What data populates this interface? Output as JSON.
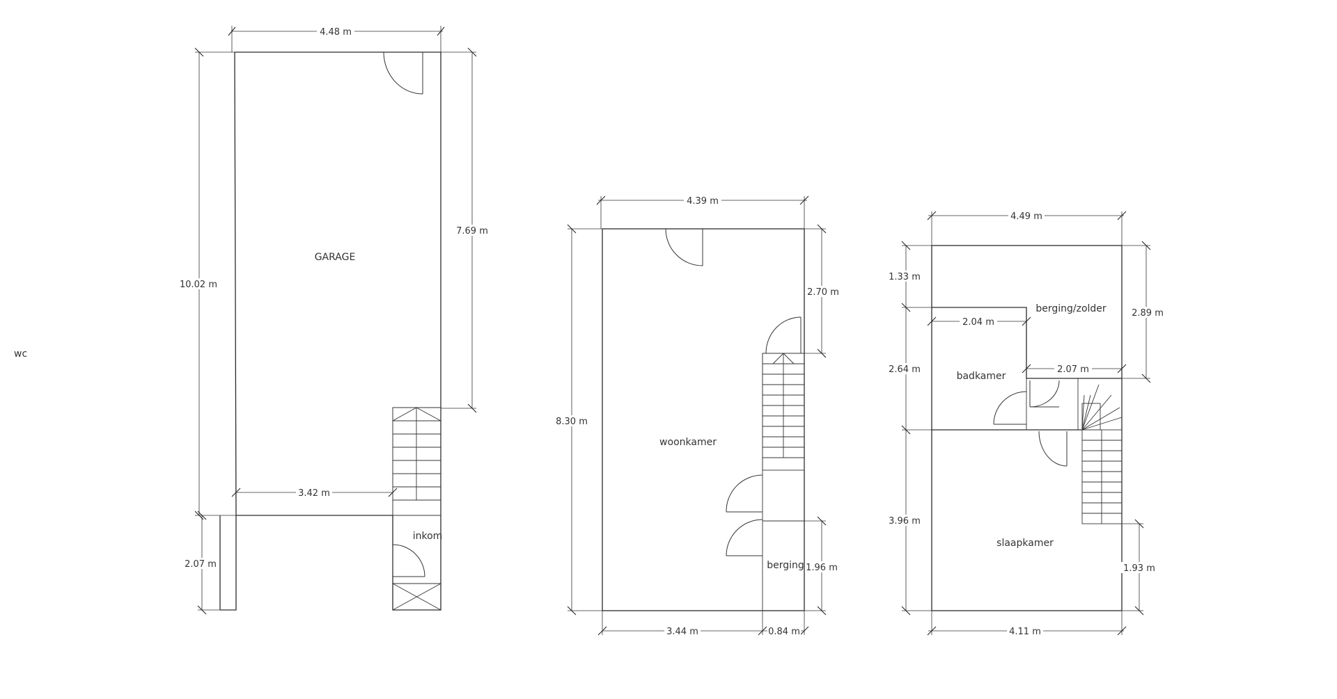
{
  "floor_plans": [
    {
      "key": "ground",
      "rooms": {
        "garage": "GARAGE",
        "inkom": "inkom",
        "wc": "wc"
      },
      "dimensions": {
        "top_width": "4.48 m",
        "left_total": "10.02 m",
        "right_garage": "7.69 m",
        "inner_width": "3.42 m",
        "bottom_left": "2.07 m"
      }
    },
    {
      "key": "first",
      "rooms": {
        "woonkamer": "woonkamer",
        "berging": "berging"
      },
      "dimensions": {
        "top_width": "4.39 m",
        "left_total": "8.30 m",
        "right_top": "2.70 m",
        "right_bottom": "1.96 m",
        "bottom_left": "3.44 m",
        "bottom_right": "0.84 m"
      }
    },
    {
      "key": "second",
      "rooms": {
        "berging_zolder": "berging/zolder",
        "badkamer": "badkamer",
        "slaapkamer": "slaapkamer"
      },
      "dimensions": {
        "top_width": "4.49 m",
        "left_top": "1.33 m",
        "left_middle": "2.64 m",
        "left_bottom": "3.96 m",
        "right_top": "2.89 m",
        "right_bottom": "1.93 m",
        "badkamer_width": "2.04 m",
        "hall_width": "2.07 m",
        "bottom_width": "4.11 m"
      }
    }
  ]
}
